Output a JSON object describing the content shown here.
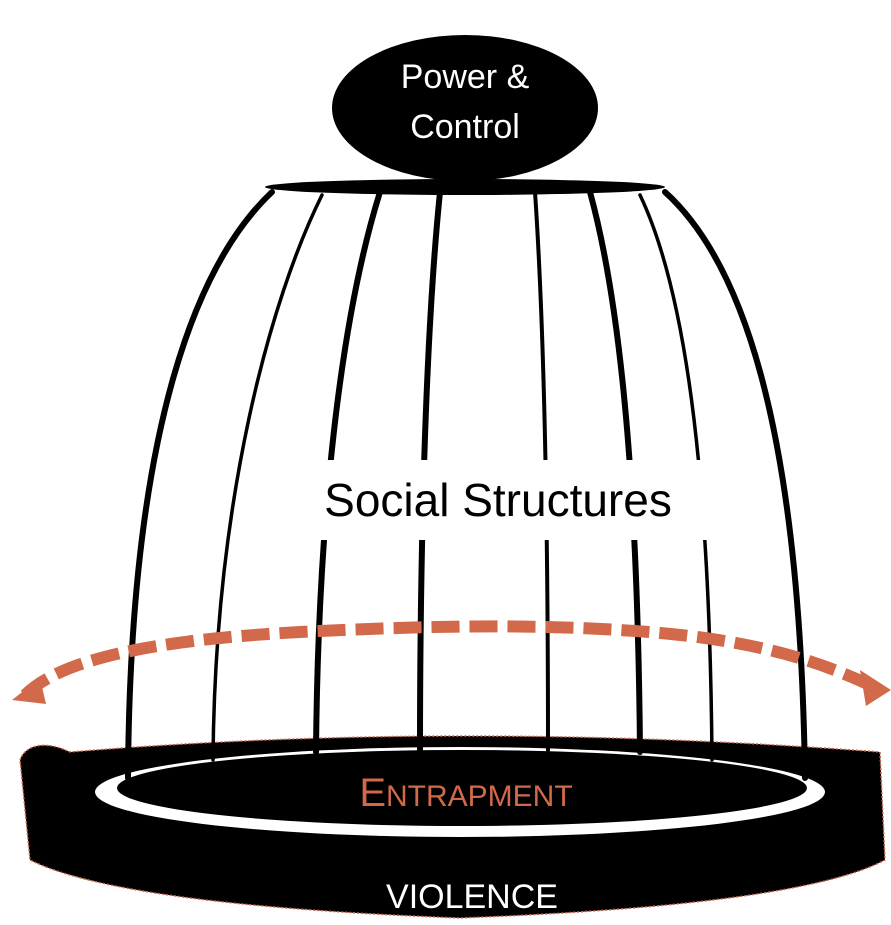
{
  "top": {
    "line1": "Power &",
    "line2": "Control"
  },
  "middle": {
    "label": "Social Structures"
  },
  "base": {
    "cap": "E",
    "rest": "NTRAPMENT"
  },
  "outer": {
    "label": "VIOLENCE"
  },
  "colors": {
    "accent": "#D2694A",
    "ink": "#000000",
    "paper": "#FFFFFF"
  }
}
